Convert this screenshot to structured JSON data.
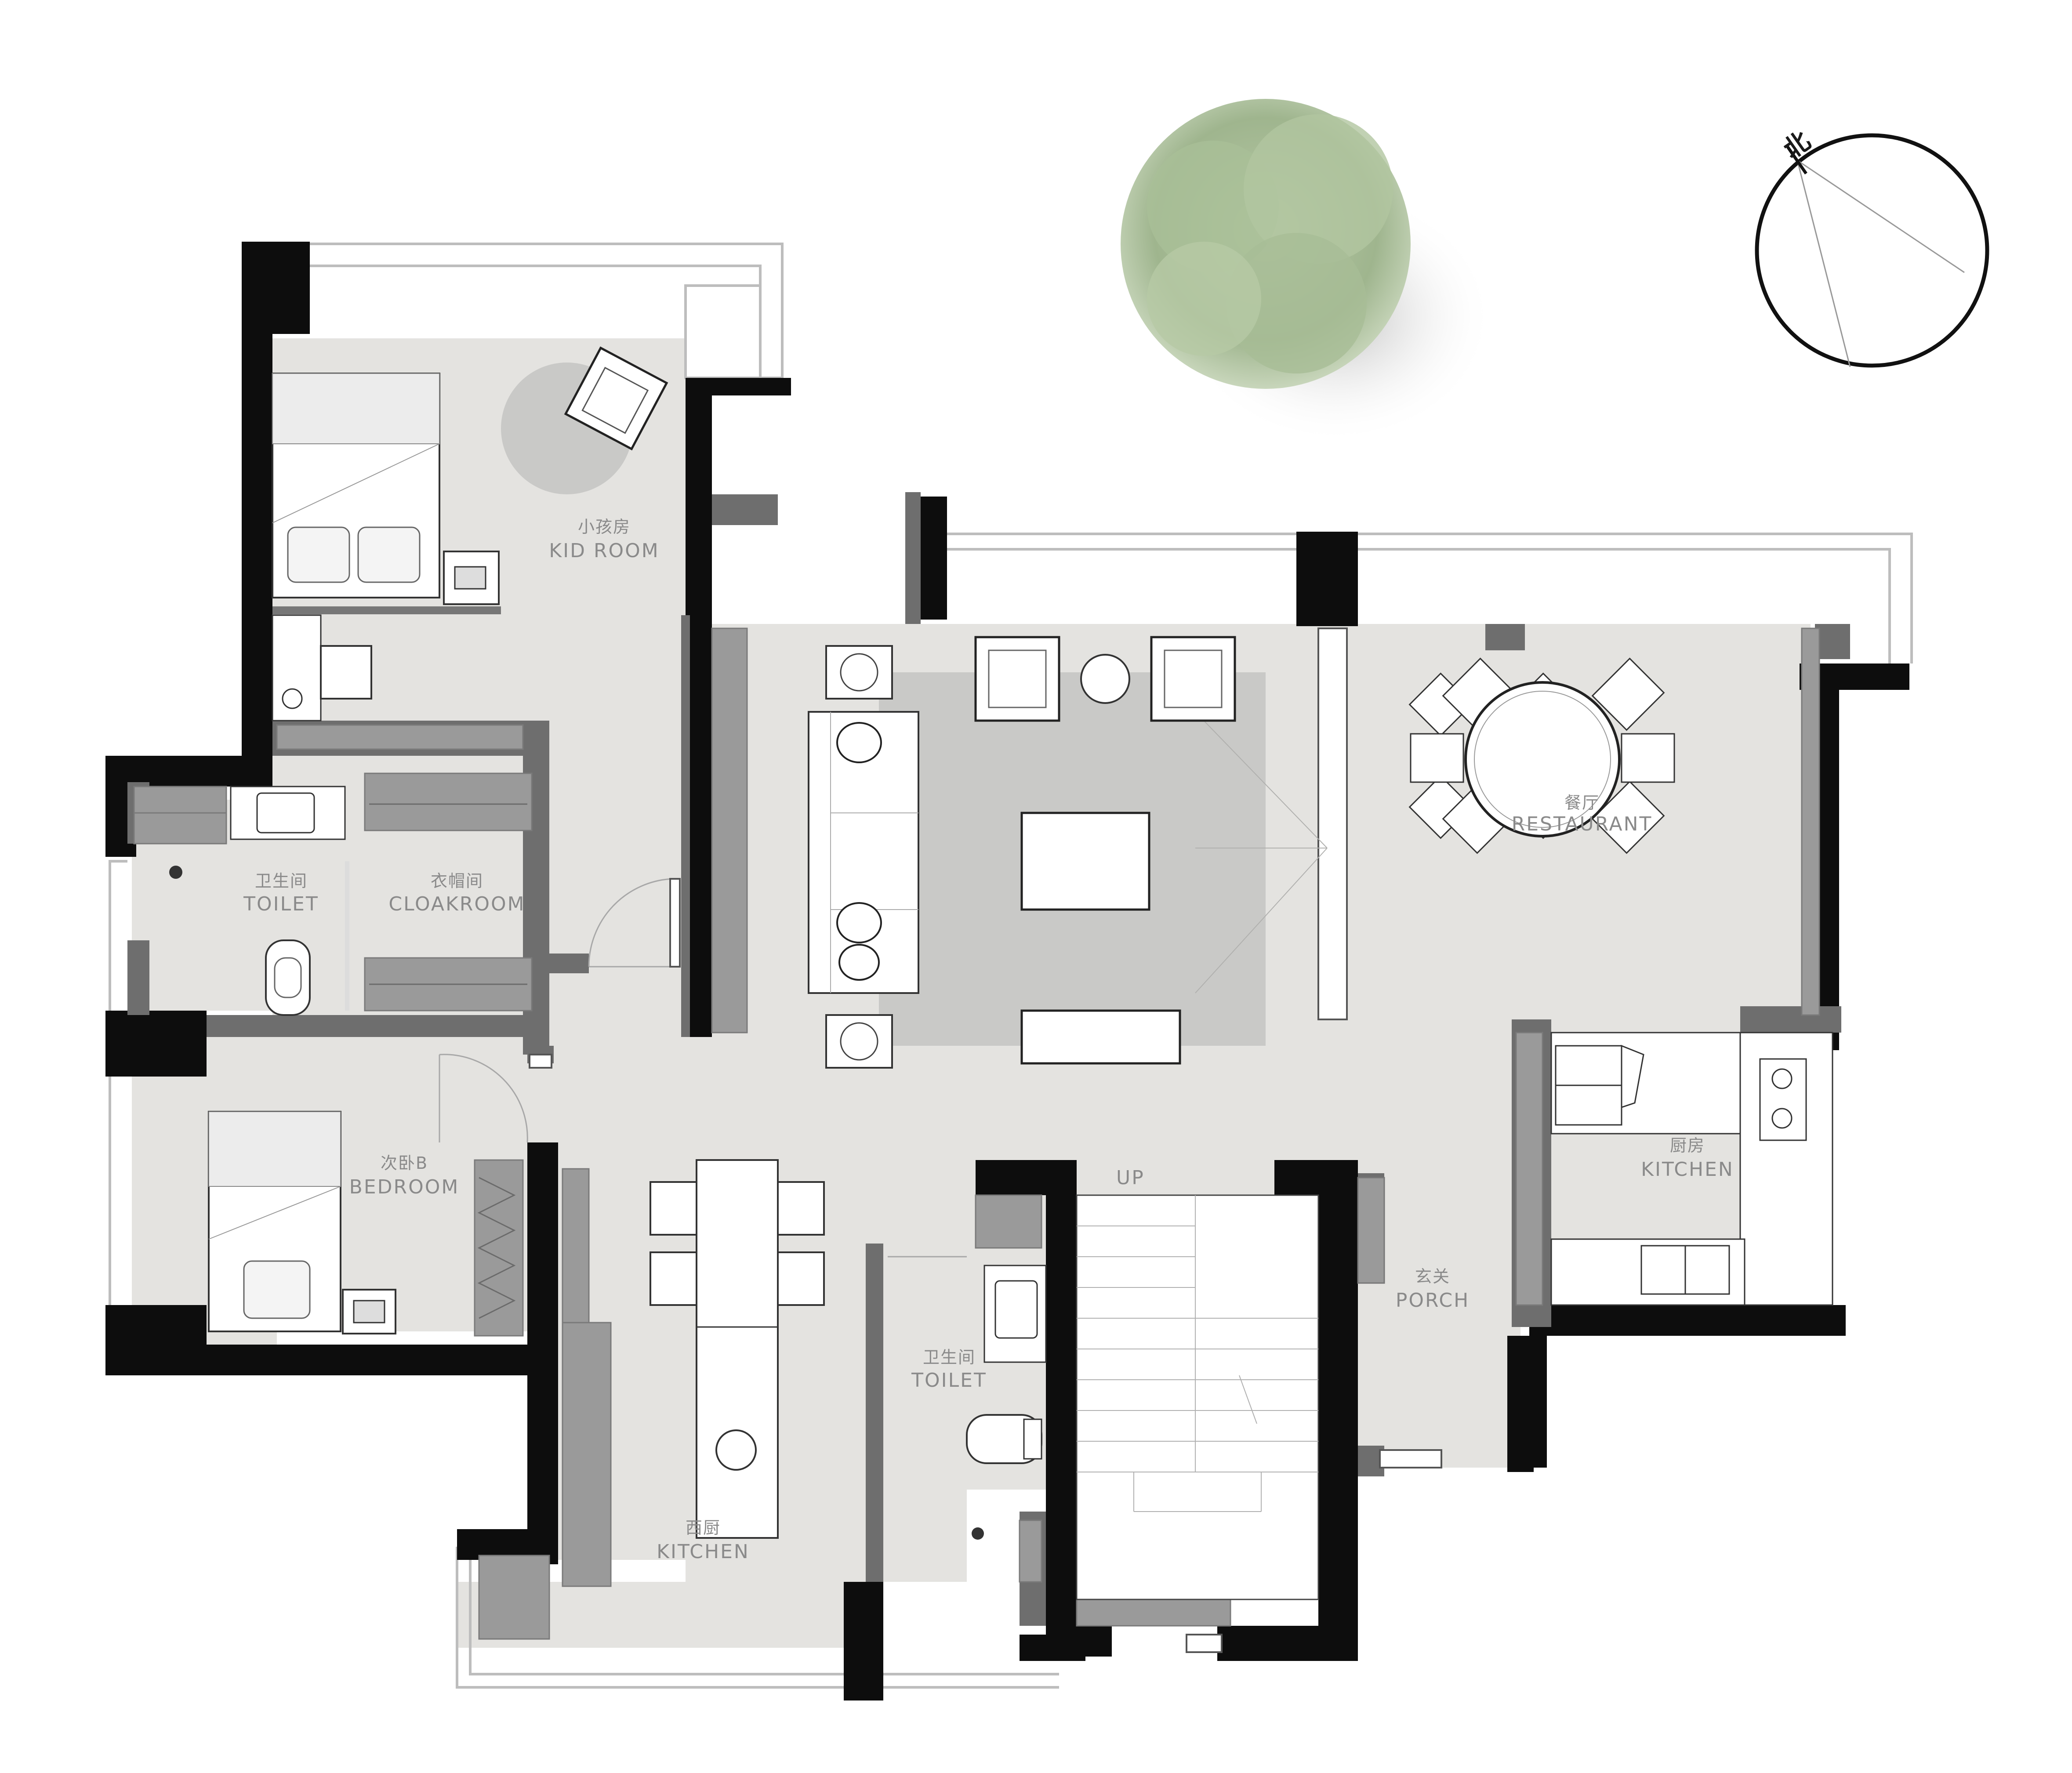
{
  "colors": {
    "wall": "#0d0d0d",
    "wall_secondary": "#6e6e6e",
    "cabinet": "#9a9a9a",
    "floor": "#e4e3e0",
    "rug": "#c9c9c7",
    "tree": "#9fb58e",
    "label": "#8a8a8a"
  },
  "compass": {
    "north_label": "北"
  },
  "rooms": [
    {
      "id": "kid-room",
      "zh": "小孩房",
      "en": "KID ROOM"
    },
    {
      "id": "toilet-1",
      "zh": "卫生间",
      "en": "TOILET"
    },
    {
      "id": "cloakroom",
      "zh": "衣帽间",
      "en": "CLOAKROOM"
    },
    {
      "id": "bedroom-b",
      "zh": "次卧B",
      "en": "BEDROOM"
    },
    {
      "id": "restaurant",
      "zh": "餐厅",
      "en": "RESTAURANT"
    },
    {
      "id": "kitchen",
      "zh": "厨房",
      "en": "KITCHEN"
    },
    {
      "id": "porch",
      "zh": "玄关",
      "en": "PORCH"
    },
    {
      "id": "toilet-2",
      "zh": "卫生间",
      "en": "TOILET"
    },
    {
      "id": "west-kitchen",
      "zh": "西厨",
      "en": "KITCHEN"
    }
  ],
  "stairs": {
    "label": "UP"
  },
  "icons": [
    "tree-icon",
    "compass-icon",
    "bed-icon",
    "sofa-icon",
    "armchair-icon",
    "dining-table-icon",
    "toilet-icon",
    "sink-icon",
    "stove-icon",
    "door-swing-icon"
  ]
}
